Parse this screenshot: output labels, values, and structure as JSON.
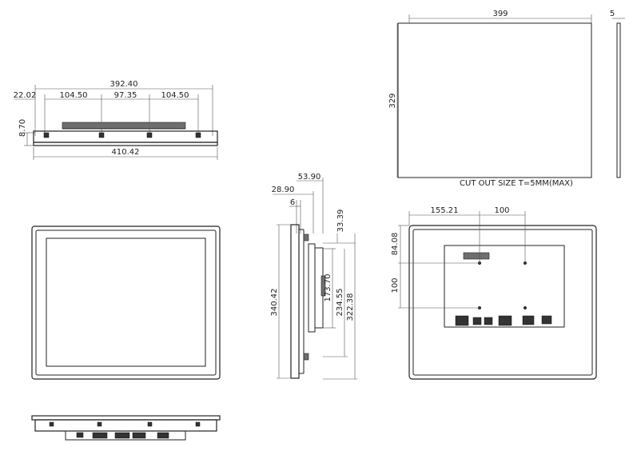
{
  "top_view": {
    "overall_top": "392.40",
    "offset_left": "22.02",
    "seg1": "104.50",
    "seg2": "97.35",
    "seg3": "104.50",
    "height_small": "8.70",
    "overall_bottom": "410.42"
  },
  "cutout": {
    "width": "399",
    "thickness": "5",
    "height": "329",
    "note": "CUT OUT SIZE T=5MM(MAX)"
  },
  "side_view": {
    "depth_total": "53.90",
    "depth_mid": "28.90",
    "depth_small": "6",
    "top_offset": "33.39",
    "inner_height": "173.70",
    "mount_height": "234.55",
    "body_height": "322.38",
    "outer_height": "340.42"
  },
  "rear_view": {
    "x_offset": "155.21",
    "x_pitch": "100",
    "y_offset": "84.08",
    "y_pitch": "100"
  }
}
